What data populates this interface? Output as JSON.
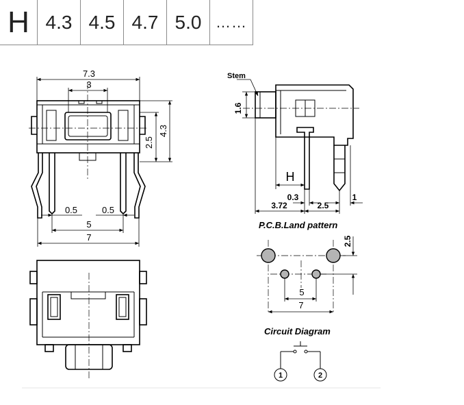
{
  "height_table": {
    "symbol": "H",
    "values": [
      "4.3",
      "4.5",
      "4.7",
      "5.0"
    ],
    "more": "……"
  },
  "front_view": {
    "dim_width_overall": "7.3",
    "dim_stem_width": "3",
    "dim_height": "4.3",
    "dim_stem_height": "2.5",
    "dim_pin_offset_left": "0.5",
    "dim_pin_offset_right": "0.5",
    "dim_pin_pitch": "5",
    "dim_lead_span": "7"
  },
  "side_view": {
    "stem_label": "Stem",
    "dim_stem_travel": "1.6",
    "dim_h": "H",
    "dim_pin_thickness": "0.3",
    "dim_body_depth": "3.72",
    "dim_peg_offset": "2.5",
    "dim_tail": "1"
  },
  "pcb_land": {
    "title": "P.C.B.Land pattern",
    "dim_vertical": "2.5",
    "dim_inner": "5",
    "dim_outer": "7"
  },
  "circuit": {
    "title": "Circuit Diagram",
    "pin1": "1",
    "pin2": "2"
  }
}
